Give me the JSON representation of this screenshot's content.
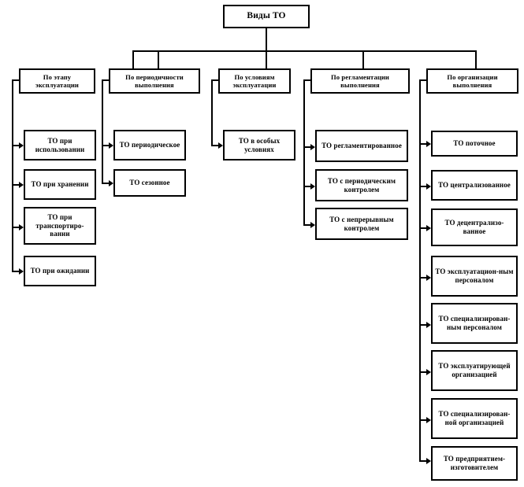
{
  "diagram": {
    "title": "Виды ТО",
    "type": "hierarchy-tree",
    "language": "ru",
    "colors": {
      "background": "#ffffff",
      "stroke": "#000000",
      "text": "#000000"
    },
    "root": {
      "label": "Виды ТО"
    },
    "branches": [
      {
        "id": "branch-stage",
        "label": "По этапу эксплуатации",
        "children": [
          {
            "label": "ТО при использовании"
          },
          {
            "label": "ТО при хранении"
          },
          {
            "label": "ТО при транспортиро-вании"
          },
          {
            "label": "ТО при ожидании"
          }
        ]
      },
      {
        "id": "branch-periodicity",
        "label": "По периодичности выполнения",
        "children": [
          {
            "label": "ТО периодическое"
          },
          {
            "label": "ТО сезонное"
          }
        ]
      },
      {
        "id": "branch-conditions",
        "label": "По условиям эксплуатации",
        "children": [
          {
            "label": "ТО в особых условиях"
          }
        ]
      },
      {
        "id": "branch-regulation",
        "label": "По регламентации выполнения",
        "children": [
          {
            "label": "ТО регламентированное"
          },
          {
            "label": "ТО с периодическим контролем"
          },
          {
            "label": "ТО с непрерывным контролем"
          }
        ]
      },
      {
        "id": "branch-organization",
        "label": "По организации выполнения",
        "children": [
          {
            "label": "ТО поточное"
          },
          {
            "label": "ТО централизованное"
          },
          {
            "label": "ТО децентрализо-ванное"
          },
          {
            "label": "ТО эксплуатацион-ным персоналом"
          },
          {
            "label": "ТО специализирован-ным персоналом"
          },
          {
            "label": "ТО эксплуатирующей организацией"
          },
          {
            "label": "ТО специализирован-ной организацией"
          },
          {
            "label": "ТО предприятием-изготовителем"
          }
        ]
      }
    ]
  }
}
